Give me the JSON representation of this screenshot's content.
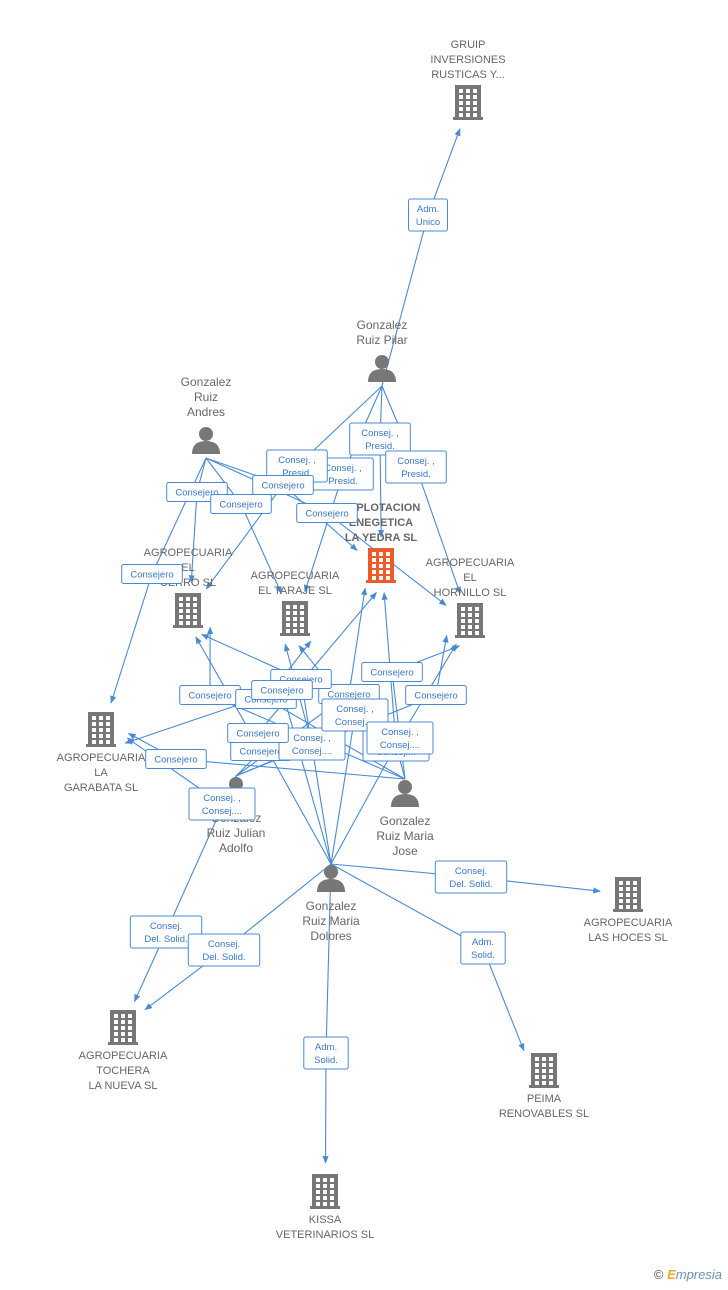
{
  "colors": {
    "edge": "#4a8ad4",
    "company": "#777777",
    "focus_company": "#f05a28",
    "person": "#777777"
  },
  "icons": {
    "company": "building-icon",
    "person": "person-icon"
  },
  "nodes": [
    {
      "id": "gruip",
      "type": "company",
      "label": [
        "GRUIP",
        "INVERSIONES",
        "RUSTICAS Y..."
      ]
    },
    {
      "id": "pilar",
      "type": "person",
      "label": [
        "Gonzalez",
        "Ruiz Pilar"
      ]
    },
    {
      "id": "andres",
      "type": "person",
      "label": [
        "Gonzalez",
        "Ruiz",
        "Andres"
      ]
    },
    {
      "id": "yedra",
      "type": "company",
      "focus": true,
      "label": [
        "EXPLOTACION",
        "ENEGETICA",
        "LA YEDRA SL"
      ]
    },
    {
      "id": "cerro",
      "type": "company",
      "label": [
        "AGROPECUARIA",
        "EL",
        "CERRO SL"
      ]
    },
    {
      "id": "taraje",
      "type": "company",
      "label": [
        "AGROPECUARIA",
        "EL TARAJE SL"
      ]
    },
    {
      "id": "hornillo",
      "type": "company",
      "label": [
        "AGROPECUARIA",
        "EL",
        "HORNILLO SL"
      ]
    },
    {
      "id": "garabata",
      "type": "company",
      "label": [
        "AGROPECUARIA",
        "LA",
        "GARABATA SL"
      ]
    },
    {
      "id": "jose",
      "type": "person",
      "label": [
        "Gonzalez",
        "Ruiz Maria",
        "Jose"
      ]
    },
    {
      "id": "julian",
      "type": "person",
      "label": [
        "Gonzalez",
        "Ruiz Julian",
        "Adolfo"
      ]
    },
    {
      "id": "dolores",
      "type": "person",
      "label": [
        "Gonzalez",
        "Ruiz Maria",
        "Dolores"
      ]
    },
    {
      "id": "hoces",
      "type": "company",
      "label": [
        "AGROPECUARIA",
        "LAS HOCES SL"
      ]
    },
    {
      "id": "tochera",
      "type": "company",
      "label": [
        "AGROPECUARIA",
        "TOCHERA",
        "LA NUEVA SL"
      ]
    },
    {
      "id": "peima",
      "type": "company",
      "label": [
        "PEIMA",
        "RENOVABLES SL"
      ]
    },
    {
      "id": "kissa",
      "type": "company",
      "label": [
        "KISSA",
        "VETERINARIOS SL"
      ]
    }
  ],
  "edges": [
    {
      "from": "pilar",
      "to": "gruip",
      "label": [
        "Adm.",
        "Unico"
      ]
    },
    {
      "from": "pilar",
      "to": "yedra",
      "label": [
        "Consej. ,",
        "Presid."
      ]
    },
    {
      "from": "pilar",
      "to": "hornillo",
      "label": [
        "Consej. ,",
        "Presid."
      ]
    },
    {
      "from": "pilar",
      "to": "taraje",
      "label": [
        "Consej. ,",
        "Presid."
      ]
    },
    {
      "from": "pilar",
      "to": "cerro",
      "label": [
        "Consej. ,",
        "Presid."
      ]
    },
    {
      "from": "andres",
      "to": "cerro",
      "label": [
        "Consejero"
      ]
    },
    {
      "from": "andres",
      "to": "taraje",
      "label": [
        "Consejero"
      ]
    },
    {
      "from": "andres",
      "to": "yedra",
      "label": [
        "Consejero"
      ]
    },
    {
      "from": "andres",
      "to": "hornillo",
      "label": [
        "Consejero"
      ]
    },
    {
      "from": "andres",
      "to": "garabata",
      "label": [
        "Consejero"
      ]
    },
    {
      "from": "jose",
      "to": "cerro",
      "label": [
        "Consejero"
      ]
    },
    {
      "from": "jose",
      "to": "taraje",
      "label": [
        "Consejero"
      ]
    },
    {
      "from": "jose",
      "to": "yedra",
      "label": [
        "Consej. ,",
        "Consej...."
      ]
    },
    {
      "from": "jose",
      "to": "hornillo",
      "label": [
        "Consejero"
      ]
    },
    {
      "from": "jose",
      "to": "garabata",
      "label": [
        "Consejero"
      ]
    },
    {
      "from": "julian",
      "to": "cerro",
      "label": [
        "Consejero"
      ]
    },
    {
      "from": "julian",
      "to": "taraje",
      "label": [
        "Consej. ,",
        "Consej...."
      ]
    },
    {
      "from": "julian",
      "to": "yedra",
      "label": [
        "Consejero"
      ]
    },
    {
      "from": "julian",
      "to": "hornillo",
      "label": [
        "Consejero"
      ]
    },
    {
      "from": "julian",
      "to": "garabata",
      "label": [
        "Consej. ,",
        "Consej...."
      ]
    },
    {
      "from": "julian",
      "to": "tochera",
      "label": [
        "Consej.",
        "Del. Solid."
      ]
    },
    {
      "from": "dolores",
      "to": "cerro",
      "label": [
        "Consejero"
      ]
    },
    {
      "from": "dolores",
      "to": "taraje",
      "label": [
        "Consej. ,",
        "Consej...."
      ]
    },
    {
      "from": "dolores",
      "to": "yedra",
      "label": [
        "Consejero"
      ]
    },
    {
      "from": "dolores",
      "to": "hornillo",
      "label": [
        "Consej. ,",
        "Consej...."
      ]
    },
    {
      "from": "dolores",
      "to": "garabata",
      "label": [
        "Consejero"
      ]
    },
    {
      "from": "dolores",
      "to": "hoces",
      "label": [
        "Consej.",
        "Del. Solid."
      ]
    },
    {
      "from": "dolores",
      "to": "tochera",
      "label": [
        "Consej.",
        "Del. Solid."
      ]
    },
    {
      "from": "dolores",
      "to": "peima",
      "label": [
        "Adm.",
        "Solid."
      ]
    },
    {
      "from": "dolores",
      "to": "kissa",
      "label": [
        "Adm.",
        "Solid."
      ]
    }
  ],
  "brand": {
    "copyright": "©",
    "first_letter": "E",
    "rest": "mpresia"
  }
}
